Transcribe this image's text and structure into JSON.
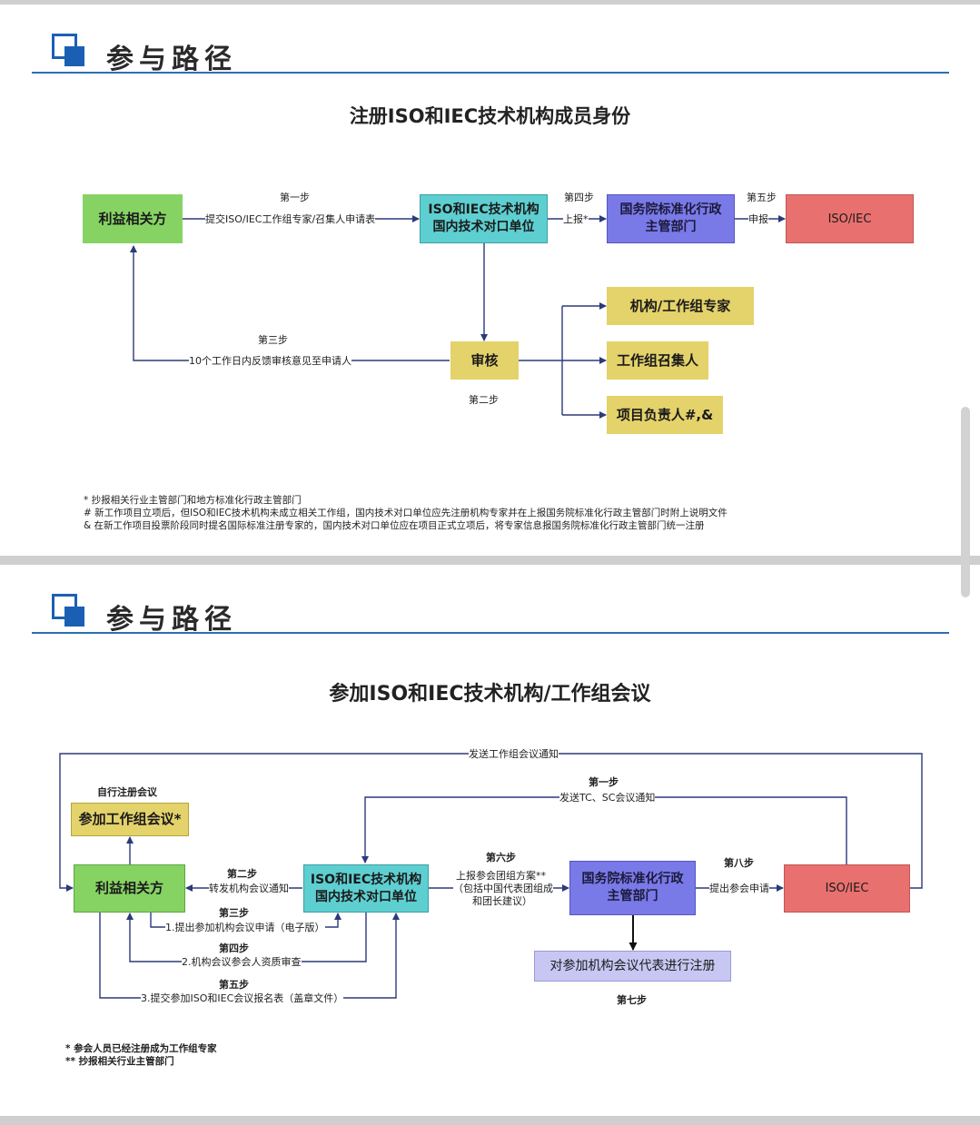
{
  "section_header": "参与路径",
  "diagram1": {
    "title": "注册ISO和IEC技术机构成员身份",
    "nodes": {
      "stakeholder": "利益相关方",
      "iso_counterpart": "ISO和IEC技术机构\n国内技术对口单位",
      "state_council": "国务院标准化行政\n主管部门",
      "iso_iec": "ISO/IEC",
      "review": "审核",
      "expert": "机构/工作组专家",
      "convener": "工作组召集人",
      "project_leader": "项目负责人#,&"
    },
    "edges": {
      "step1_title": "第一步",
      "step1_label": "提交ISO/IEC工作组专家/召集人申请表",
      "step2_title": "第二步",
      "step3_title": "第三步",
      "step3_label": "10个工作日内反馈审核意见至申请人",
      "step4_title": "第四步",
      "step4_label": "上报*",
      "step5_title": "第五步",
      "step5_label": "申报"
    },
    "notes": [
      "* 抄报相关行业主管部门和地方标准化行政主管部门",
      "# 新工作项目立项后，但ISO和IEC技术机构未成立相关工作组，国内技术对口单位应先注册机构专家并在上报国务院标准化行政主管部门时附上说明文件",
      "& 在新工作项目投票阶段同时提名国际标准注册专家的，国内技术对口单位应在项目正式立项后，将专家信息报国务院标准化行政主管部门统一注册"
    ]
  },
  "diagram2": {
    "title": "参加ISO和IEC技术机构/工作组会议",
    "nodes": {
      "join_meeting": "参加工作组会议*",
      "stakeholder": "利益相关方",
      "iso_counterpart": "ISO和IEC技术机构\n国内技术对口单位",
      "state_council": "国务院标准化行政\n主管部门",
      "iso_iec": "ISO/IEC",
      "register": "对参加机构会议代表进行注册"
    },
    "edges": {
      "top_loop": "发送工作组会议通知",
      "self_register": "自行注册会议",
      "step1_title": "第一步",
      "step1_label": "发送TC、SC会议通知",
      "step2_title": "第二步",
      "step2_label": "转发机构会议通知",
      "step3_title": "第三步",
      "step3_label": "1.提出参加机构会议申请（电子版）",
      "step4_title": "第四步",
      "step4_label": "2.机构会议参会人资质审查",
      "step5_title": "第五步",
      "step5_label": "3.提交参加ISO和IEC会议报名表（盖章文件）",
      "step6_title": "第六步",
      "step6_label_1": "上报参会团组方案**",
      "step6_label_2": "（包括中国代表团组成",
      "step6_label_3": "和团长建议）",
      "step7_title": "第七步",
      "step8_title": "第八步",
      "step8_label": "提出参会申请"
    },
    "notes": [
      "* 参会人员已经注册成为工作组专家",
      "** 抄报相关行业主管部门"
    ]
  }
}
